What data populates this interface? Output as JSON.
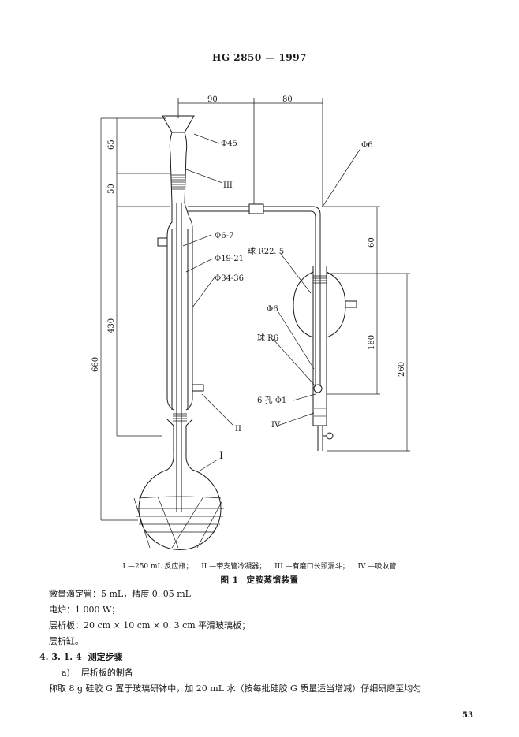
{
  "header": {
    "standard_no": "HG 2850 — 1997"
  },
  "figure": {
    "dims": {
      "top_90": "90",
      "top_80": "80",
      "d45": "Φ45",
      "d6_right": "Φ6",
      "h65": "65",
      "h50": "50",
      "h430": "430",
      "h660": "660",
      "d6_7": "Φ6-7",
      "d19_21": "Φ19-21",
      "d34_36": "Φ34-36",
      "bulb_r22": "球 R22. 5",
      "h60": "60",
      "d6_inner": "Φ6",
      "ball_r6": "球 R6",
      "h180": "180",
      "h260": "260",
      "holes": "6 孔 Φ1"
    },
    "labels": {
      "part_I": "I",
      "part_II": "II",
      "part_III": "III",
      "part_IV": "IV"
    },
    "legend": [
      "I —250 mL 反应瓶；",
      "II —带支管冷凝器；",
      "III —有磨口长颈漏斗；",
      "IV —吸收管"
    ],
    "caption": {
      "number": "图 1",
      "title": "定胺蒸馏装置"
    }
  },
  "body": {
    "lines": [
      "微量滴定管：5 mL，精度 0. 05 mL",
      "电炉：1 000 W；",
      "层析板：20 cm × 10 cm × 0. 3 cm 平滑玻璃板；",
      "层析缸。"
    ],
    "section": {
      "number": "4. 3. 1. 4",
      "title": "测定步骤"
    },
    "item": {
      "letter": "a)",
      "title": "层析板的制备"
    },
    "paragraph": "称取 8 g 硅胶 G 置于玻璃研钵中，加 20 mL 水（按每批硅胶 G 质量适当增减）仔细研磨至均匀"
  },
  "page_number": "53"
}
